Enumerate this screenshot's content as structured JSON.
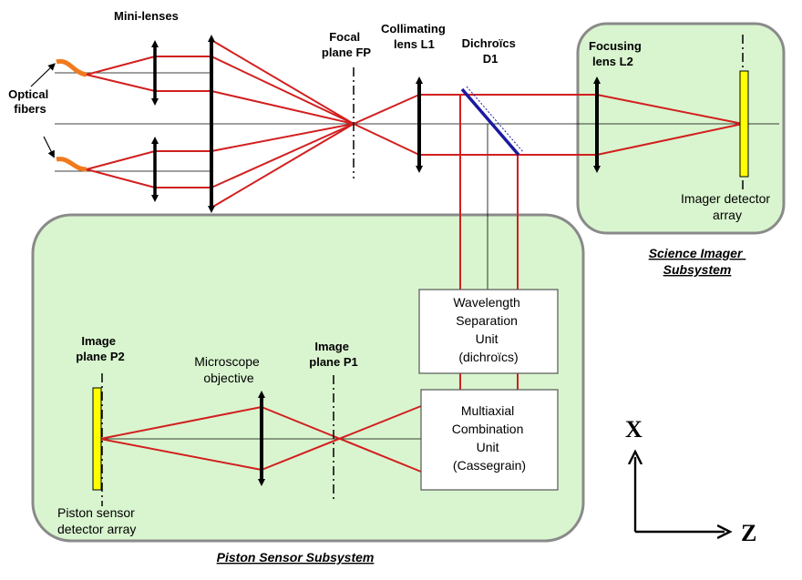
{
  "labels": {
    "mini_lenses": "Mini-lenses",
    "optical_fibers": [
      "Optical",
      "fibers"
    ],
    "focal_plane": [
      "Focal",
      "plane FP"
    ],
    "collimating": [
      "Collimating",
      "lens L1"
    ],
    "dichroics": [
      "Dichroïcs",
      "D1"
    ],
    "focusing": [
      "Focusing",
      "lens L2"
    ],
    "imager_detector": [
      "Imager detector",
      "array"
    ],
    "science_subsystem": [
      "Science Imager",
      "Subsystem"
    ],
    "wavelength_unit": [
      "Wavelength",
      "Separation",
      "Unit",
      "(dichroïcs)"
    ],
    "multiaxial_unit": [
      "Multiaxial",
      "Combination",
      "Unit",
      "(Cassegrain)"
    ],
    "image_plane_p2": [
      "Image",
      "plane P2"
    ],
    "image_plane_p1": [
      "Image",
      "plane P1"
    ],
    "microscope": [
      "Microscope",
      "objective"
    ],
    "piston_detector": [
      "Piston sensor",
      "detector array"
    ],
    "piston_subsystem": "Piston Sensor Subsystem",
    "axis_x": "X",
    "axis_z": "Z"
  },
  "colors": {
    "panel_fill": "#d9f5cf",
    "panel_stroke": "#8a8a8a",
    "ray": "#d21f1f",
    "fiber": "#f07a1e",
    "detector": "#ffff00",
    "dichroic": "#1a1aa0"
  }
}
